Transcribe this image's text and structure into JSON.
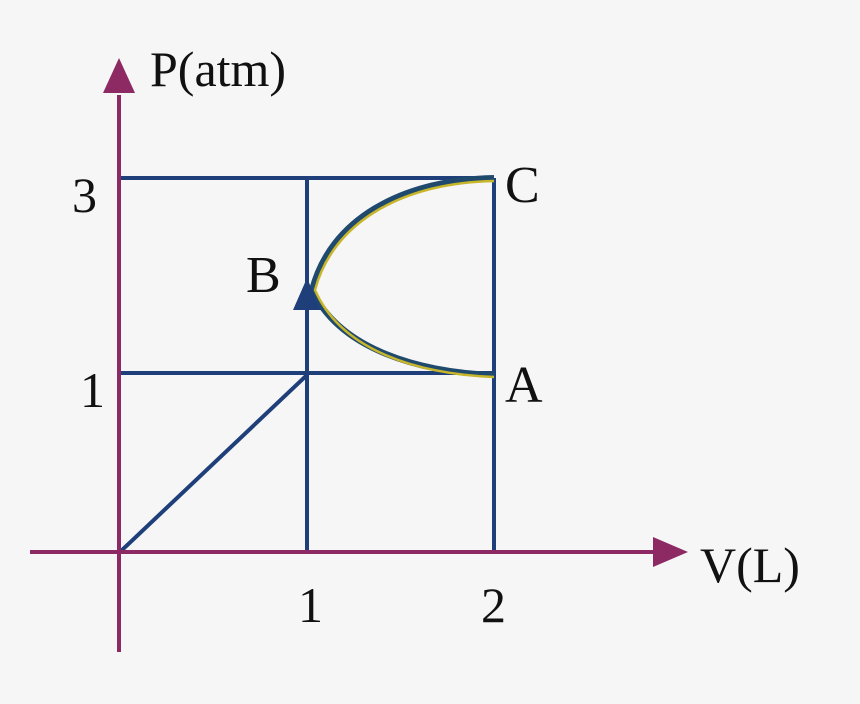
{
  "diagram": {
    "type": "P-V thermodynamic cycle diagram",
    "y_axis_label": "P(atm)",
    "x_axis_label": "V(L)",
    "y_ticks": [
      "3",
      "1"
    ],
    "x_ticks": [
      "1",
      "2"
    ],
    "points": {
      "A": {
        "label": "A",
        "V": 2,
        "P": 1
      },
      "B": {
        "label": "B",
        "V": 1,
        "P": 2
      },
      "C": {
        "label": "C",
        "V": 2,
        "P": 3
      }
    },
    "colors": {
      "axis": "#8e2a63",
      "grid_lines": "#1f3f7a",
      "curve_outline": "#1f4a6e",
      "curve_highlight": "#c8b62a",
      "text": "#111111",
      "background": "#f6f6f6"
    }
  },
  "chart_data": {
    "type": "line",
    "title": "",
    "xlabel": "V(L)",
    "ylabel": "P(atm)",
    "xlim": [
      0,
      2.3
    ],
    "ylim": [
      0,
      3.5
    ],
    "x_ticks": [
      1,
      2
    ],
    "y_ticks": [
      1,
      3
    ],
    "grid": false,
    "series": [
      {
        "name": "O to (1,1) line",
        "x": [
          0,
          1
        ],
        "y": [
          0,
          1
        ]
      },
      {
        "name": "curve A-B-C",
        "points": [
          {
            "label": "A",
            "x": 2,
            "y": 1
          },
          {
            "label": "B",
            "x": 1,
            "y": 2
          },
          {
            "label": "C",
            "x": 2,
            "y": 3
          }
        ],
        "note": "parabolic curve, arrow pointing upward at B"
      },
      {
        "name": "guide line P=3",
        "x": [
          0,
          2
        ],
        "y": [
          3,
          3
        ]
      },
      {
        "name": "guide line P=1",
        "x": [
          0,
          2
        ],
        "y": [
          1,
          1
        ]
      },
      {
        "name": "guide line V=1",
        "x": [
          1,
          1
        ],
        "y": [
          0,
          3
        ]
      },
      {
        "name": "guide line V=2",
        "x": [
          2,
          2
        ],
        "y": [
          0,
          3
        ]
      }
    ],
    "annotations": [
      "A",
      "B",
      "C"
    ]
  }
}
